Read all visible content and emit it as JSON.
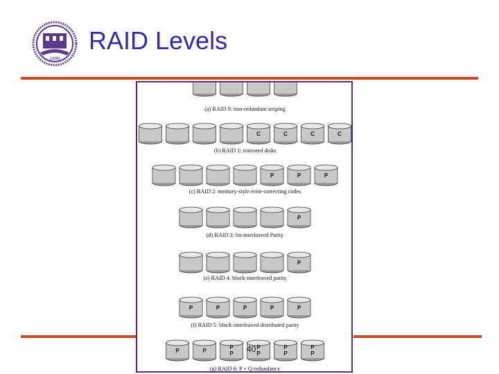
{
  "slide": {
    "title": "RAID Levels",
    "page_number": "40",
    "title_color": "#2b2bb8",
    "rule_color": "#c0501e",
    "frame_color": "#5a2a78",
    "logo": {
      "icon": "university-seal-icon",
      "year": "1896",
      "color": "#5b3a8c"
    }
  },
  "figure": {
    "levels": [
      {
        "caption": "(a) RAID 0: non-redundant striping",
        "disks": [
          "",
          "",
          "",
          ""
        ]
      },
      {
        "caption": "(b) RAID 1: mirrored disks",
        "disks": [
          "",
          "",
          "",
          "",
          "C",
          "C",
          "C",
          "C"
        ]
      },
      {
        "caption": "(c) RAID 2: memory-style error-correcting codes",
        "disks": [
          "",
          "",
          "",
          "",
          "P",
          "P",
          "P"
        ]
      },
      {
        "caption": "(d) RAID 3: bit-interleaved Parity",
        "disks": [
          "",
          "",
          "",
          "",
          "P"
        ]
      },
      {
        "caption": "(e) RAID 4: block-interleaved parity",
        "disks": [
          "",
          "",
          "",
          "",
          "P"
        ]
      },
      {
        "caption": "(f) RAID 5: block-interleaved distributed parity",
        "disks": [
          "P",
          "P",
          "P",
          "P",
          "P"
        ]
      },
      {
        "caption": "(g) RAID 6: P + Q redundancy",
        "disks": [
          "P",
          "P",
          "P P",
          "P P",
          "P P",
          "P P"
        ]
      }
    ]
  }
}
